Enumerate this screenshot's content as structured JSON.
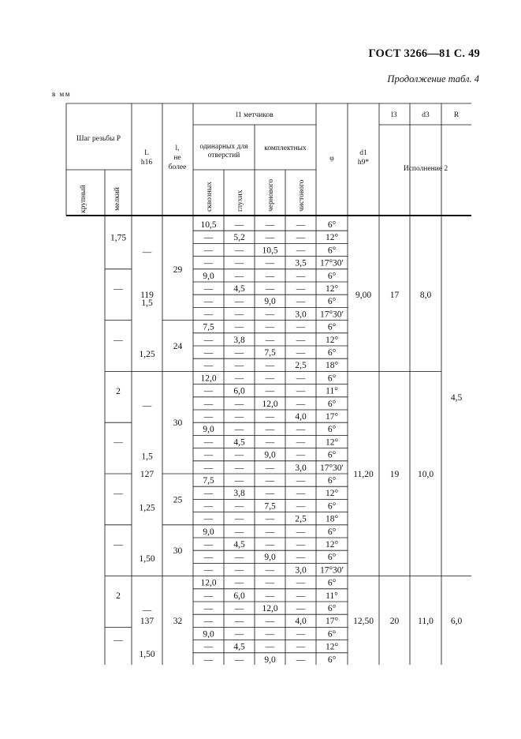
{
  "header": {
    "title": "ГОСТ 3266—81 С. 49",
    "continuation": "Продолжение табл. 4",
    "units": "в мм"
  },
  "columns": {
    "step_group": "Шаг резьбы P",
    "coarse": "крупный",
    "fine": "мелкий",
    "L_top": "L",
    "L_bottom": "h16",
    "l_top": "l,",
    "l_mid": "не",
    "l_bottom": "более",
    "l1_group": "l1 метчиков",
    "single": [
      "одинарных для",
      "отверстий"
    ],
    "complete": "комплектных",
    "through": "сквозных",
    "blind": "глухих",
    "rough": "чернового",
    "finish": "чистового",
    "phi": "φ",
    "d1_top": "d1",
    "d1_bottom": "h9*",
    "l3": "l3",
    "d3": "d3",
    "R": "R",
    "execution": "Исполнение 2"
  },
  "rows": [
    {
      "through": "10,5",
      "blind": "—",
      "rough": "—",
      "finish": "—",
      "phi": "6°"
    },
    {
      "through": "—",
      "blind": "5,2",
      "rough": "—",
      "finish": "—",
      "phi": "12°"
    },
    {
      "through": "—",
      "blind": "—",
      "rough": "10,5",
      "finish": "—",
      "phi": "6°"
    },
    {
      "through": "—",
      "blind": "—",
      "rough": "—",
      "finish": "3,5",
      "phi": "17°30′"
    },
    {
      "through": "9,0",
      "blind": "—",
      "rough": "—",
      "finish": "—",
      "phi": "6°"
    },
    {
      "through": "—",
      "blind": "4,5",
      "rough": "—",
      "finish": "—",
      "phi": "12°"
    },
    {
      "through": "—",
      "blind": "—",
      "rough": "9,0",
      "finish": "—",
      "phi": "6°"
    },
    {
      "through": "—",
      "blind": "—",
      "rough": "—",
      "finish": "3,0",
      "phi": "17°30′"
    },
    {
      "through": "7,5",
      "blind": "—",
      "rough": "—",
      "finish": "—",
      "phi": "6°"
    },
    {
      "through": "—",
      "blind": "3,8",
      "rough": "—",
      "finish": "—",
      "phi": "12°"
    },
    {
      "through": "—",
      "blind": "—",
      "rough": "7,5",
      "finish": "—",
      "phi": "6°"
    },
    {
      "through": "—",
      "blind": "—",
      "rough": "—",
      "finish": "2,5",
      "phi": "18°"
    },
    {
      "through": "12,0",
      "blind": "—",
      "rough": "—",
      "finish": "—",
      "phi": "6°"
    },
    {
      "through": "—",
      "blind": "6,0",
      "rough": "—",
      "finish": "—",
      "phi": "11°"
    },
    {
      "through": "—",
      "blind": "—",
      "rough": "12,0",
      "finish": "—",
      "phi": "6°"
    },
    {
      "through": "—",
      "blind": "—",
      "rough": "—",
      "finish": "4,0",
      "phi": "17°"
    },
    {
      "through": "9,0",
      "blind": "—",
      "rough": "—",
      "finish": "—",
      "phi": "6°"
    },
    {
      "through": "—",
      "blind": "4,5",
      "rough": "—",
      "finish": "—",
      "phi": "12°"
    },
    {
      "through": "—",
      "blind": "—",
      "rough": "9,0",
      "finish": "—",
      "phi": "6°"
    },
    {
      "through": "—",
      "blind": "—",
      "rough": "—",
      "finish": "3,0",
      "phi": "17°30′"
    },
    {
      "through": "7,5",
      "blind": "—",
      "rough": "—",
      "finish": "—",
      "phi": "6°"
    },
    {
      "through": "—",
      "blind": "3,8",
      "rough": "—",
      "finish": "—",
      "phi": "12°"
    },
    {
      "through": "—",
      "blind": "—",
      "rough": "7,5",
      "finish": "—",
      "phi": "6°"
    },
    {
      "through": "—",
      "blind": "—",
      "rough": "—",
      "finish": "2,5",
      "phi": "18°"
    },
    {
      "through": "9,0",
      "blind": "—",
      "rough": "—",
      "finish": "—",
      "phi": "6°"
    },
    {
      "through": "—",
      "blind": "4,5",
      "rough": "—",
      "finish": "—",
      "phi": "12°"
    },
    {
      "through": "—",
      "blind": "—",
      "rough": "9,0",
      "finish": "—",
      "phi": "6°"
    },
    {
      "through": "—",
      "blind": "—",
      "rough": "—",
      "finish": "3,0",
      "phi": "17°30′"
    },
    {
      "through": "12,0",
      "blind": "—",
      "rough": "—",
      "finish": "—",
      "phi": "6°"
    },
    {
      "through": "—",
      "blind": "6,0",
      "rough": "—",
      "finish": "—",
      "phi": "11°"
    },
    {
      "through": "—",
      "blind": "—",
      "rough": "12,0",
      "finish": "—",
      "phi": "6°"
    },
    {
      "through": "—",
      "blind": "—",
      "rough": "—",
      "finish": "4,0",
      "phi": "17°"
    },
    {
      "through": "9,0",
      "blind": "—",
      "rough": "—",
      "finish": "—",
      "phi": "6°"
    },
    {
      "through": "—",
      "blind": "4,5",
      "rough": "—",
      "finish": "—",
      "phi": "12°"
    },
    {
      "through": "—",
      "blind": "—",
      "rough": "9,0",
      "finish": "—",
      "phi": "6°"
    }
  ],
  "step_groups": [
    {
      "start": 0,
      "span": 4,
      "coarse": "1,75",
      "fine": "—"
    },
    {
      "start": 4,
      "span": 4,
      "coarse": "—",
      "fine": "1,5"
    },
    {
      "start": 8,
      "span": 4,
      "coarse": "—",
      "fine": "1,25"
    },
    {
      "start": 12,
      "span": 4,
      "coarse": "2",
      "fine": "—"
    },
    {
      "start": 16,
      "span": 4,
      "coarse": "—",
      "fine": "1,5"
    },
    {
      "start": 20,
      "span": 4,
      "coarse": "—",
      "fine": "1,25"
    },
    {
      "start": 24,
      "span": 4,
      "coarse": "—",
      "fine": "1,50"
    },
    {
      "start": 28,
      "span": 4,
      "coarse": "2",
      "fine": "—"
    },
    {
      "start": 32,
      "span": 3,
      "coarse": "—",
      "fine": "1,50"
    }
  ],
  "l_groups": [
    {
      "start": 0,
      "span": 8,
      "value": "29"
    },
    {
      "start": 8,
      "span": 4,
      "value": "24"
    },
    {
      "start": 12,
      "span": 8,
      "value": "30"
    },
    {
      "start": 20,
      "span": 4,
      "value": "25"
    },
    {
      "start": 24,
      "span": 4,
      "value": "30"
    },
    {
      "start": 28,
      "span": 7,
      "value": "32"
    }
  ],
  "L_groups": [
    {
      "start": 0,
      "span": 12,
      "value": "119",
      "d1": "9,00",
      "l3": "17",
      "d3": "8,0"
    },
    {
      "start": 12,
      "span": 16,
      "value": "127",
      "d1": "11,20",
      "l3": "19",
      "d3": "10,0"
    },
    {
      "start": 28,
      "span": 7,
      "value": "137",
      "d1": "12,50",
      "l3": "20",
      "d3": "11,0"
    }
  ],
  "R_groups": [
    {
      "start": 0,
      "span": 28,
      "value": "4,5"
    },
    {
      "start": 28,
      "span": 7,
      "value": "6,0"
    }
  ]
}
